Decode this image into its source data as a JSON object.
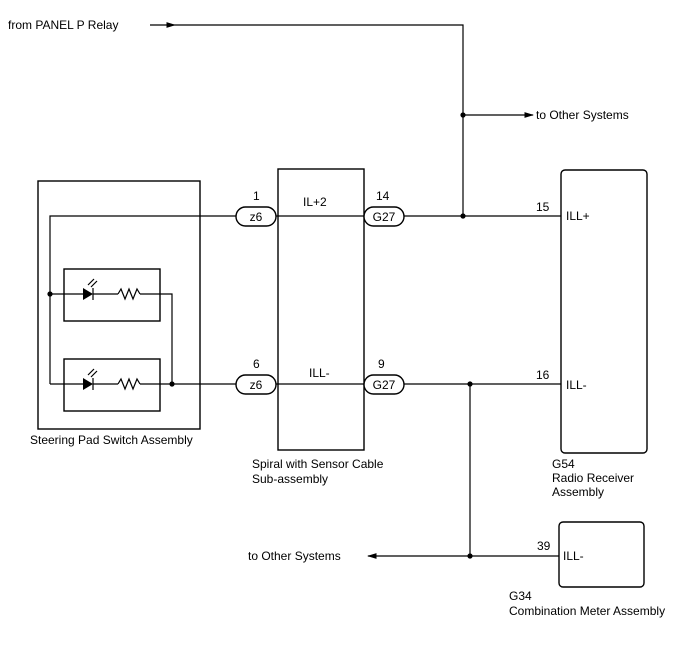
{
  "source": {
    "label": "from PANEL P Relay"
  },
  "other_top": {
    "label": "to Other Systems"
  },
  "other_bottom": {
    "label": "to Other Systems"
  },
  "steering": {
    "label": "Steering Pad Switch Assembly"
  },
  "spiral": {
    "label_line1": "Spiral with Sensor Cable",
    "label_line2": "Sub-assembly"
  },
  "spiral_signals": {
    "top": "IL+2",
    "bottom": "ILL-"
  },
  "connectors": {
    "z6_top": {
      "code": "z6",
      "pin": "1"
    },
    "z6_bottom": {
      "code": "z6",
      "pin": "6"
    },
    "g27_top": {
      "code": "G27",
      "pin": "14"
    },
    "g27_bottom": {
      "code": "G27",
      "pin": "9"
    }
  },
  "radio": {
    "code": "G54",
    "name_line1": "Radio Receiver",
    "name_line2": "Assembly",
    "pin_top": "15",
    "signal_top": "ILL+",
    "pin_bottom": "16",
    "signal_bottom": "ILL-"
  },
  "meter": {
    "code": "G34",
    "name": "Combination Meter Assembly",
    "pin": "39",
    "signal": "ILL-"
  }
}
